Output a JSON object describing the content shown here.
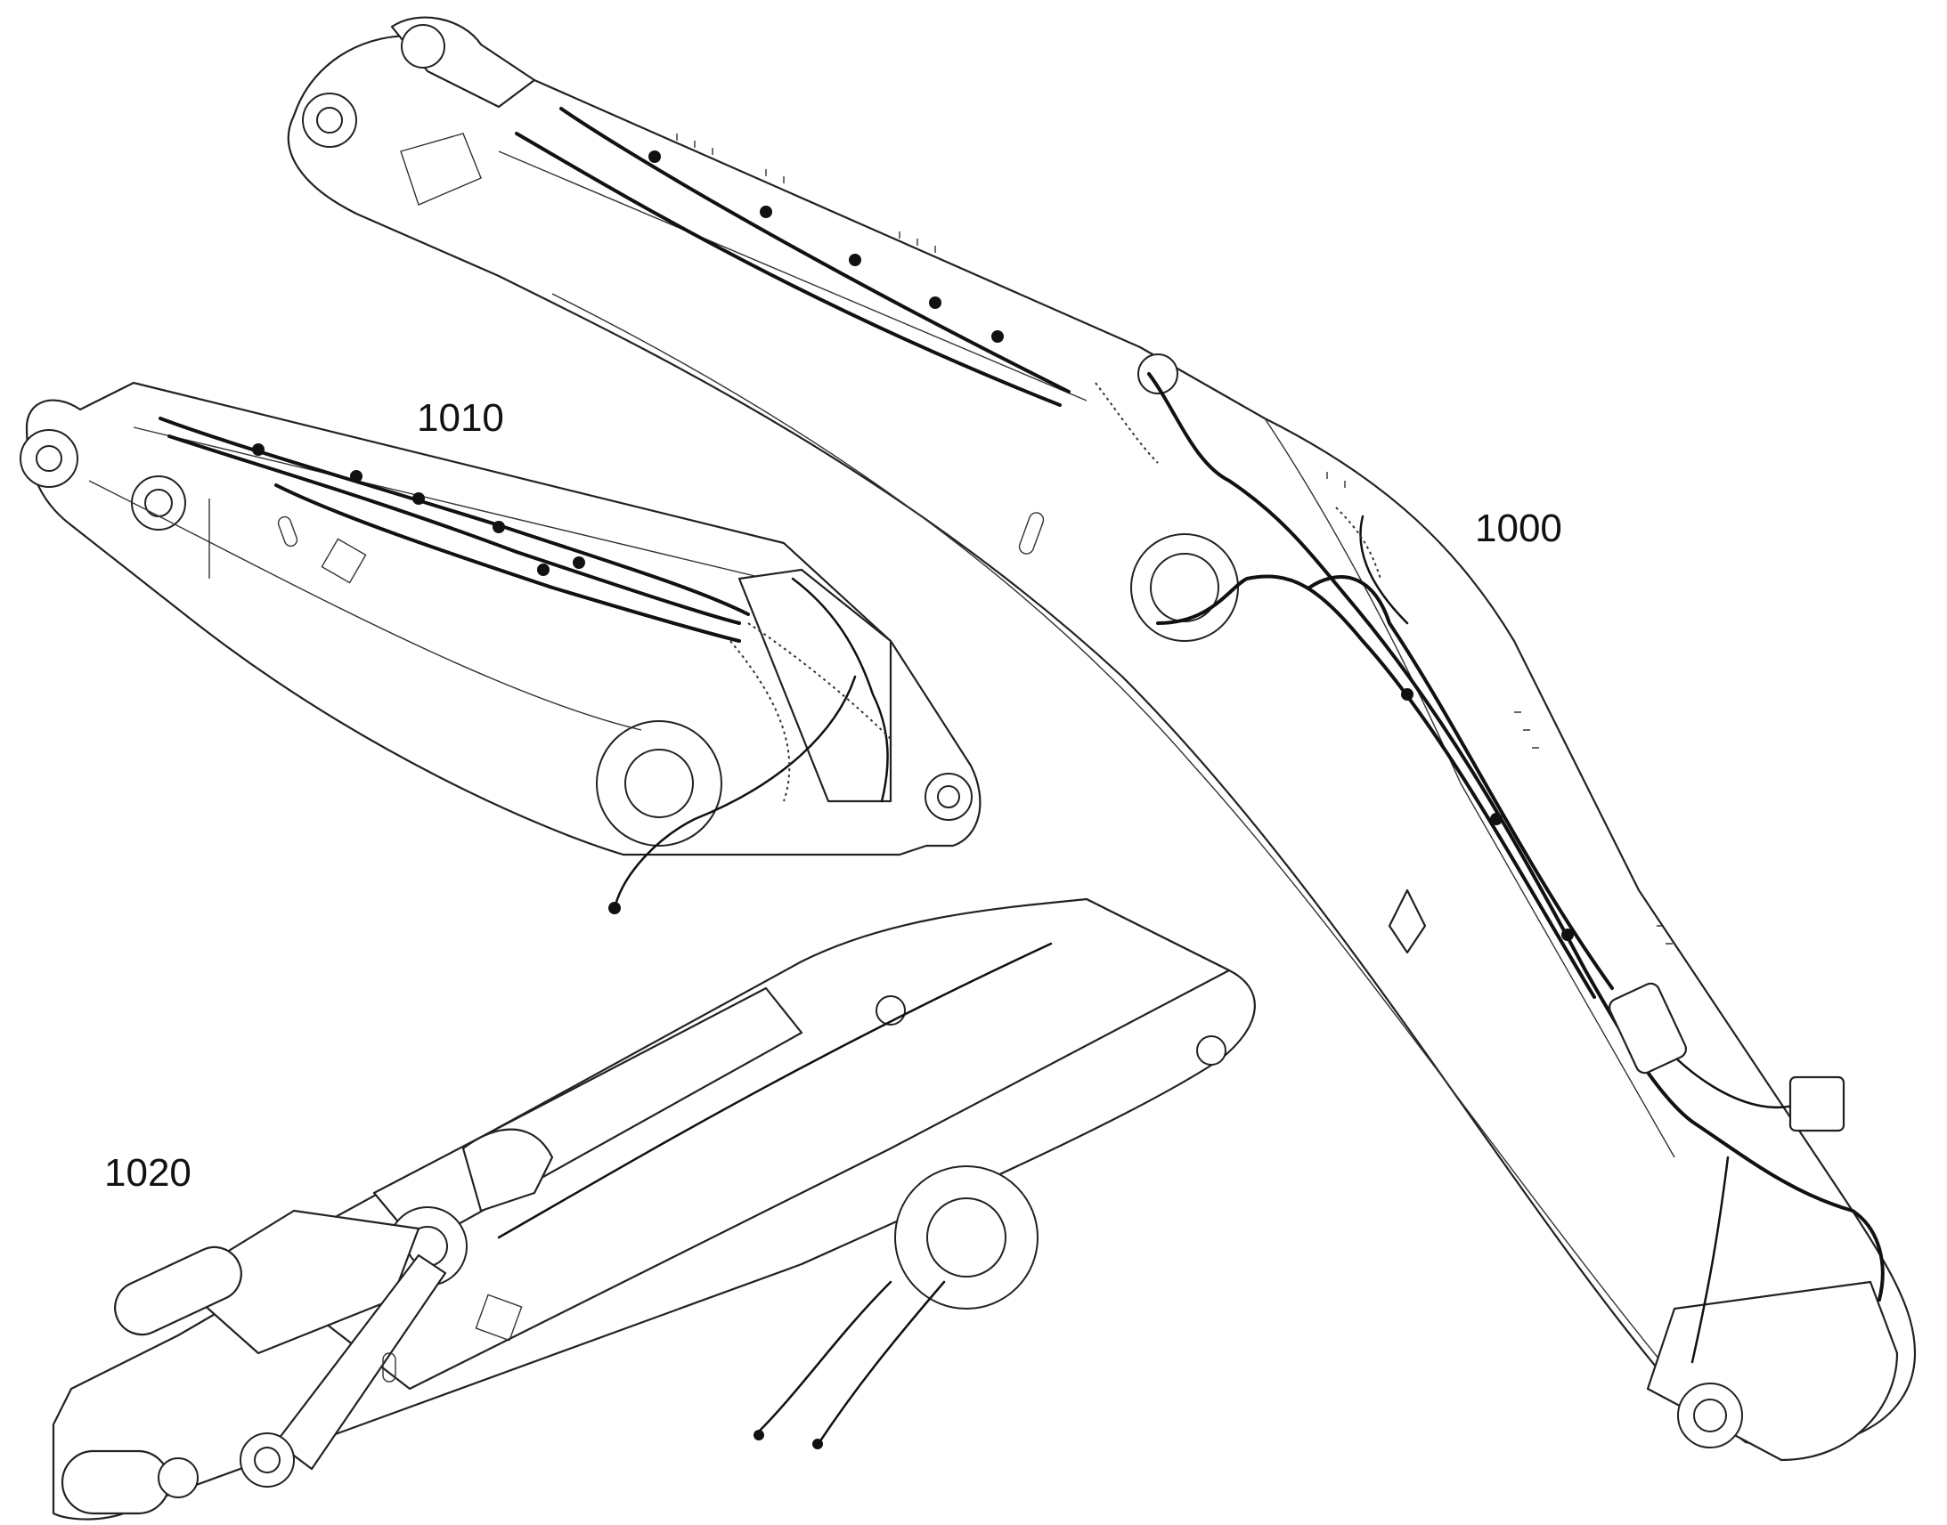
{
  "callouts": {
    "boom_1000": "1000",
    "stick_1010": "1010",
    "stick_1020": "1020"
  },
  "icons": {
    "boom_1000": "excavator-boom-with-hose-harness",
    "stick_1010": "excavator-stick-with-hose-lines",
    "stick_1020": "excavator-stick-with-bucket-cylinder"
  }
}
